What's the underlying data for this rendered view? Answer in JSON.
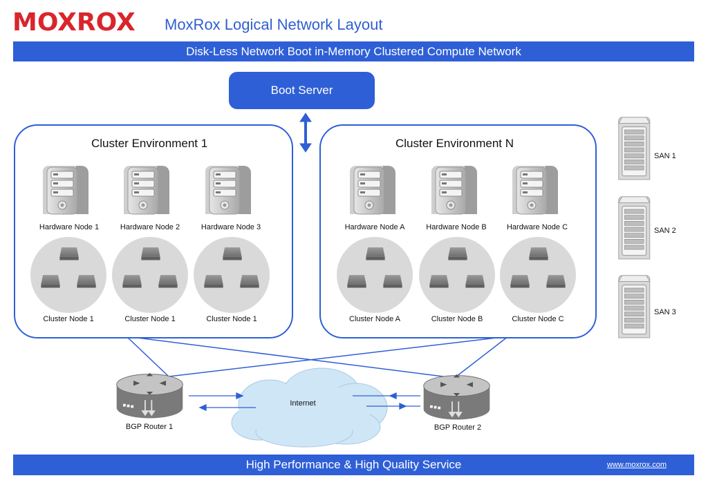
{
  "header": {
    "logo_text": "MOXROX",
    "title": "MoxRox Logical Network Layout",
    "subtitle": "Disk-Less Network Boot in-Memory Clustered Compute Network"
  },
  "boot_server": {
    "label": "Boot Server"
  },
  "cluster1": {
    "title": "Cluster Environment 1",
    "hardware_nodes": [
      "Hardware Node 1",
      "Hardware Node 2",
      "Hardware Node 3"
    ],
    "cluster_nodes": [
      "Cluster Node 1",
      "Cluster Node 1",
      "Cluster Node 1"
    ]
  },
  "clusterN": {
    "title": "Cluster Environment N",
    "hardware_nodes": [
      "Hardware Node A",
      "Hardware Node B",
      "Hardware Node C"
    ],
    "cluster_nodes": [
      "Cluster Node A",
      "Cluster Node B",
      "Cluster Node C"
    ]
  },
  "san": [
    "SAN 1",
    "SAN 2",
    "SAN 3"
  ],
  "network": {
    "internet": "Internet",
    "router1": "BGP Router 1",
    "router2": "BGP Router 2"
  },
  "footer": {
    "tagline": "High Performance & High Quality Service",
    "url": "www.moxrox.com"
  },
  "colors": {
    "brand_blue": "#2e5fd6",
    "logo_red": "#d8262c",
    "cloud": "#cfe6f7",
    "device_grey": "#9e9e9e"
  },
  "icons": [
    "server-icon",
    "drive-icon",
    "router-icon",
    "cloud-icon",
    "san-icon",
    "double-arrow-icon"
  ]
}
